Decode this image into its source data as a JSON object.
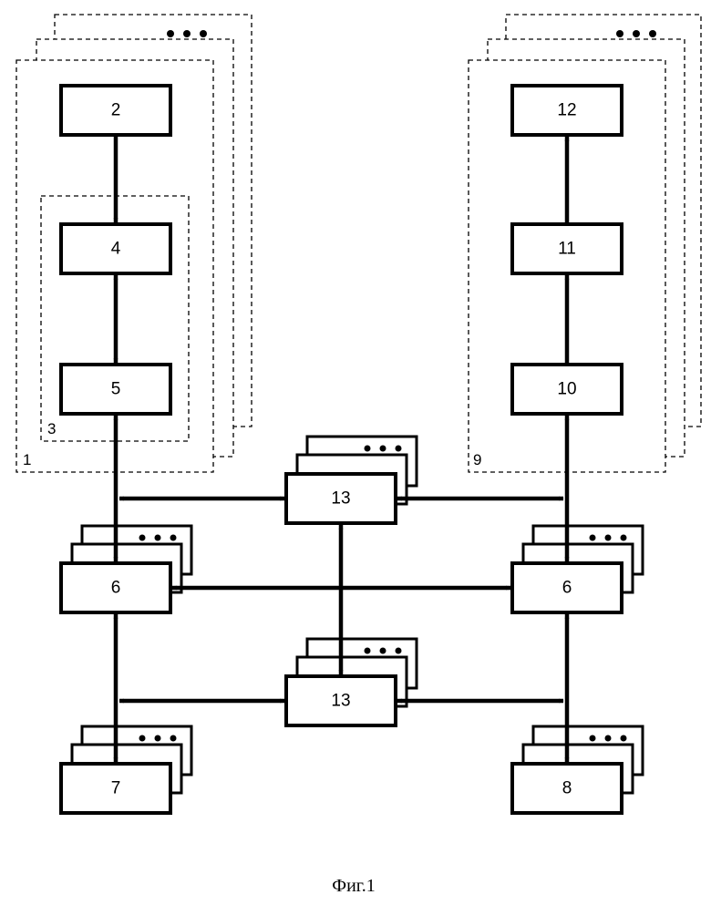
{
  "caption": "Фиг.1",
  "groups": {
    "g1": "1",
    "g3": "3",
    "g9": "9"
  },
  "blocks": {
    "b2": "2",
    "b4": "4",
    "b5": "5",
    "b6_left": "6",
    "b6_right": "6",
    "b7": "7",
    "b8": "8",
    "b10": "10",
    "b11": "11",
    "b12": "12",
    "b13_top": "13",
    "b13_bottom": "13"
  },
  "colors": {
    "line": "#000000",
    "background": "#ffffff"
  }
}
